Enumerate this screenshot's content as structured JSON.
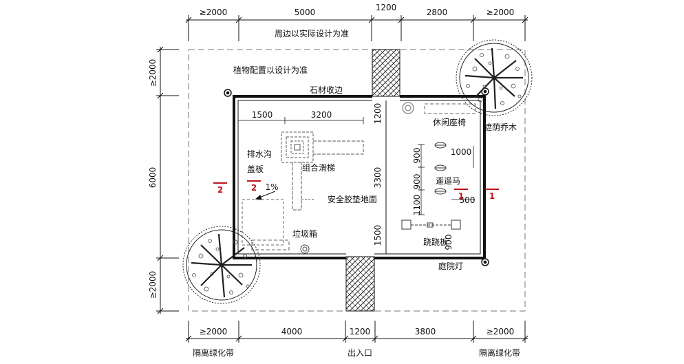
{
  "dimensions": {
    "top": [
      "≥2000",
      "5000",
      "1200",
      "2800",
      "≥2000"
    ],
    "bottom": [
      "≥2000",
      "4000",
      "1200",
      "3800",
      "≥2000"
    ],
    "left": [
      "≥2000",
      "6000",
      "≥2000"
    ],
    "inner_top": [
      "1500",
      "3200"
    ],
    "inner_vertical": [
      "1200",
      "3300",
      "1500"
    ],
    "spring_vertical": [
      "900",
      "900",
      "1100",
      "900"
    ],
    "spring_side": [
      "1000",
      "500"
    ]
  },
  "labels": {
    "perimeter_note": "周边以实际设计为准",
    "planting_note": "植物配置以设计为准",
    "stone_edge": "石材收边",
    "drain_1": "排水沟",
    "drain_2": "盖板",
    "slope": "1%",
    "combo_slide": "组合滑梯",
    "rubber_floor": "安全胶垫地面",
    "trash_bin": "垃圾箱",
    "bench": "休闲座椅",
    "shade_tree": "遮荫乔木",
    "spring_rider": "遥遥马",
    "seesaw": "跷跷板",
    "garden_light": "庭院灯",
    "green_belt_left": "隔离绿化带",
    "entrance": "出入口",
    "green_belt_right": "隔离绿化带"
  },
  "sections": {
    "left_outer": "2",
    "left_inner": "2",
    "right_inner": "1",
    "right_outer": "1"
  },
  "colors": {
    "section_marker": "#c0141c",
    "line": "#111111"
  },
  "icons": [
    "light-post-icon",
    "tree-icon",
    "spring-rider-icon",
    "slide-icon",
    "bench-icon",
    "seesaw-icon"
  ]
}
